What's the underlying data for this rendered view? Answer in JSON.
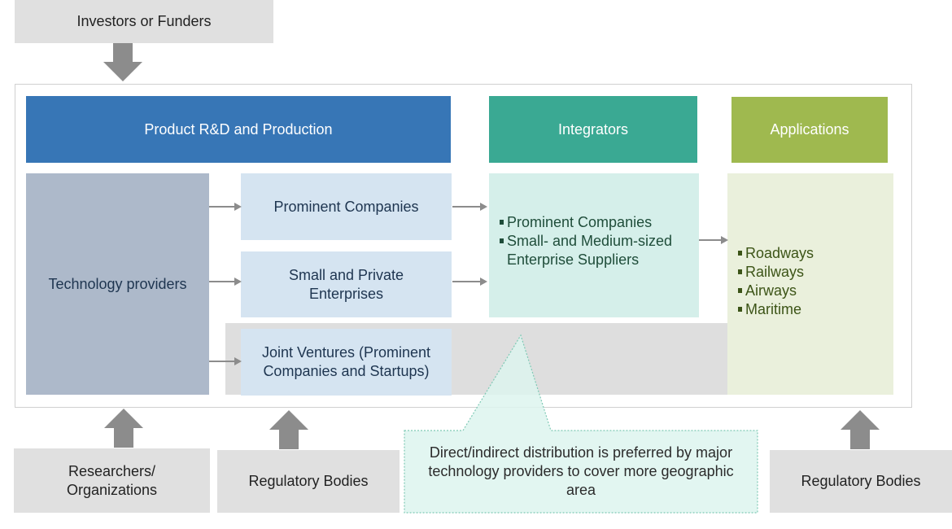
{
  "top": {
    "investors_label": "Investors or Funders"
  },
  "headers": {
    "rnd_label": "Product R&D and Production",
    "integrators_label": "Integrators",
    "applications_label": "Applications"
  },
  "rnd": {
    "technology_providers_label": "Technology providers",
    "prominent_companies_label": "Prominent Companies",
    "small_private_label": "Small and Private Enterprises",
    "joint_ventures_label": "Joint Ventures (Prominent Companies and Startups)"
  },
  "integrators": {
    "items": [
      "Prominent Companies",
      "Small- and Medium-sized Enterprise Suppliers"
    ]
  },
  "applications": {
    "items": [
      "Roadways",
      "Railways",
      "Airways",
      "Maritime"
    ]
  },
  "bottom": {
    "researchers_label": "Researchers/ Organizations",
    "regulatory_left_label": "Regulatory Bodies",
    "regulatory_right_label": "Regulatory Bodies"
  },
  "callout": {
    "text": "Direct/indirect distribution is preferred by major technology providers to cover more geographic area"
  },
  "colors": {
    "rnd_header": "#3776b6",
    "integrators_header": "#3aa993",
    "applications_header": "#9fb94f",
    "technology_providers": "#adb9ca",
    "company_boxes": "#d5e4f1",
    "integrators_body": "#d5efea",
    "applications_body": "#eaf0dc",
    "external_boxes": "#e0e0e0",
    "arrows": "#8c8c8c"
  }
}
